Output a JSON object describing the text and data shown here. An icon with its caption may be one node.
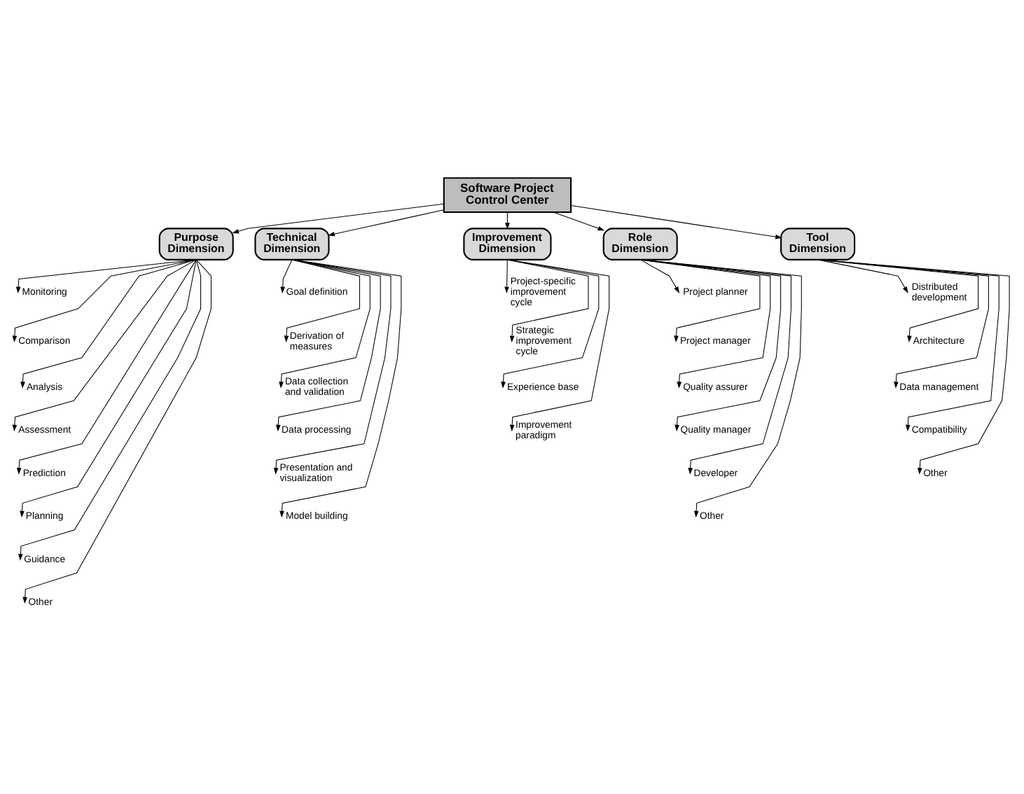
{
  "diagram": {
    "nodes": [
      {
        "text": [
          "Software Project Control Center"
        ]
      },
      {
        "text": [
          "Purpose Dimension"
        ]
      },
      {
        "text": [
          "Monitoring"
        ]
      },
      {
        "text": [
          "Comparison"
        ]
      },
      {
        "text": [
          "Analysis"
        ]
      },
      {
        "text": [
          "Assessment"
        ]
      },
      {
        "text": [
          "Prediction"
        ]
      },
      {
        "text": [
          "Planning"
        ]
      },
      {
        "text": [
          "Guidance"
        ]
      },
      {
        "text": [
          "Other"
        ]
      },
      {
        "text": [
          "Technical Dimension"
        ]
      },
      {
        "text": [
          "Goal definition"
        ]
      },
      {
        "text": [
          "Derivation of measures"
        ]
      },
      {
        "text": [
          "Data collection and validation"
        ]
      },
      {
        "text": [
          "Data processing"
        ]
      },
      {
        "text": [
          "Presentation and visualization"
        ]
      },
      {
        "text": [
          "Model building"
        ]
      },
      {
        "text": [
          "Improvement Dimension"
        ]
      },
      {
        "text": [
          "Project-specific improvement cycle"
        ]
      },
      {
        "text": [
          "Strategic improvement cycle"
        ]
      },
      {
        "text": [
          "Experience base"
        ]
      },
      {
        "text": [
          "Improvement paradigm"
        ]
      },
      {
        "text": [
          "Role Dimension"
        ]
      },
      {
        "text": [
          "Project planner"
        ]
      },
      {
        "text": [
          "Project manager"
        ]
      },
      {
        "text": [
          "Quality assurer"
        ]
      },
      {
        "text": [
          "Quality manager"
        ]
      },
      {
        "text": [
          "Developer"
        ]
      },
      {
        "text": [
          "Other"
        ]
      },
      {
        "text": [
          "Tool Dimension"
        ]
      },
      {
        "text": [
          "Distributed development"
        ]
      },
      {
        "text": [
          "Architecture"
        ]
      },
      {
        "text": [
          "Data management"
        ]
      },
      {
        "text": [
          "Compatibility"
        ]
      },
      {
        "text": [
          "Other"
        ]
      }
    ],
    "edges": [
      {
        "from": 0,
        "to": 1,
        "arrow": "to"
      },
      {
        "from": 0,
        "to": 10,
        "arrow": "to"
      },
      {
        "from": 0,
        "to": 17,
        "arrow": "to"
      },
      {
        "from": 0,
        "to": 22,
        "arrow": "to"
      },
      {
        "from": 0,
        "to": 29,
        "arrow": "to"
      },
      {
        "from": 1,
        "to": 2,
        "arrow": "to"
      },
      {
        "from": 1,
        "to": 3,
        "arrow": "to"
      },
      {
        "from": 1,
        "to": 4,
        "arrow": "to"
      },
      {
        "from": 1,
        "to": 5,
        "arrow": "to"
      },
      {
        "from": 1,
        "to": 6,
        "arrow": "to"
      },
      {
        "from": 1,
        "to": 7,
        "arrow": "to"
      },
      {
        "from": 1,
        "to": 8,
        "arrow": "to"
      },
      {
        "from": 1,
        "to": 9,
        "arrow": "to"
      },
      {
        "from": 10,
        "to": 11,
        "arrow": "to"
      },
      {
        "from": 10,
        "to": 12,
        "arrow": "to"
      },
      {
        "from": 10,
        "to": 13,
        "arrow": "to"
      },
      {
        "from": 10,
        "to": 14,
        "arrow": "to"
      },
      {
        "from": 10,
        "to": 15,
        "arrow": "to"
      },
      {
        "from": 10,
        "to": 16,
        "arrow": "to"
      },
      {
        "from": 17,
        "to": 18,
        "arrow": "to"
      },
      {
        "from": 17,
        "to": 19,
        "arrow": "to"
      },
      {
        "from": 17,
        "to": 20,
        "arrow": "to"
      },
      {
        "from": 17,
        "to": 21,
        "arrow": "to"
      },
      {
        "from": 22,
        "to": 23,
        "arrow": "to"
      },
      {
        "from": 22,
        "to": 24,
        "arrow": "to"
      },
      {
        "from": 22,
        "to": 25,
        "arrow": "to"
      },
      {
        "from": 22,
        "to": 26,
        "arrow": "to"
      },
      {
        "from": 22,
        "to": 27,
        "arrow": "to"
      },
      {
        "from": 22,
        "to": 28,
        "arrow": "to"
      },
      {
        "from": 29,
        "to": 30,
        "arrow": "to"
      },
      {
        "from": 29,
        "to": 31,
        "arrow": "to"
      },
      {
        "from": 29,
        "to": 32,
        "arrow": "to"
      },
      {
        "from": 29,
        "to": 33,
        "arrow": "to"
      },
      {
        "from": 29,
        "to": 34,
        "arrow": "to"
      }
    ]
  }
}
